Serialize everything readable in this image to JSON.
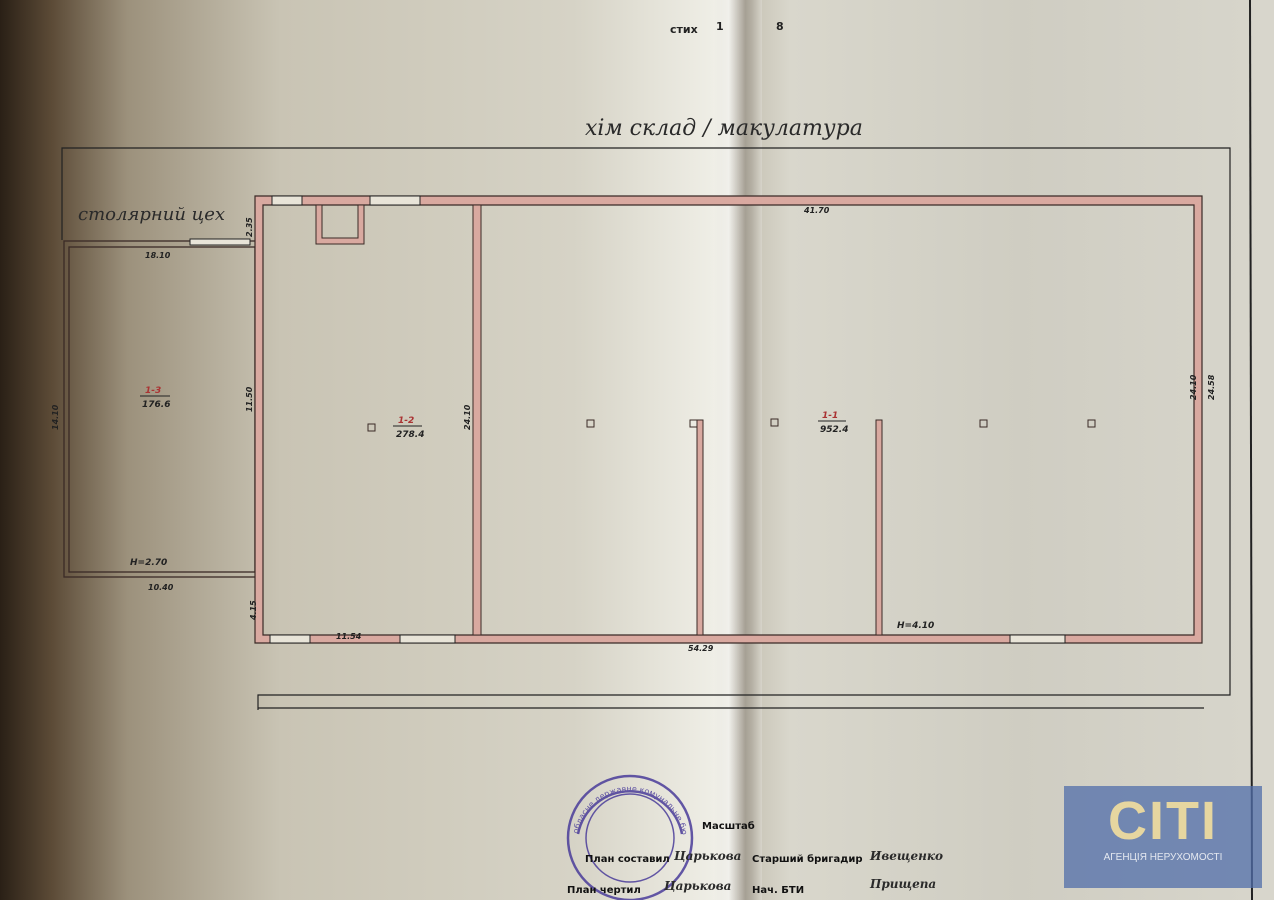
{
  "header": {
    "scale_note_prefix": "стих",
    "scale_note_1": "1",
    "scale_note_2": "8"
  },
  "labels": {
    "top_neighbor": "хім склад / макулатура",
    "left_neighbor": "столярний цех"
  },
  "rooms": [
    {
      "number": "1-3",
      "area": "176.6",
      "height": "H=2.70"
    },
    {
      "number": "1-2",
      "area": "278.4"
    },
    {
      "number": "1-1",
      "area": "952.4",
      "height": "H=4.10"
    }
  ],
  "dimensions": [
    "18.10",
    "10.40",
    "14.10",
    "11.50",
    "24.10",
    "11.54",
    "54.29",
    "41.70",
    "24.10",
    "24.58",
    "4.15",
    "2.35"
  ],
  "title_block": {
    "scale": "Масштаб",
    "line1_label": "План составил",
    "line1_value": "Царькова",
    "line1b_label": "Старший бригадир",
    "line1b_value": "Ивещенко",
    "line2_label": "План чертил",
    "line2_value": "Царькова",
    "line2b_label": "Нач. БТИ",
    "line2b_value": "Прищепа"
  },
  "stamp": {
    "text": "обласне державне комунальне бюро технічної інвентаризації"
  },
  "logo": {
    "name": "CITI",
    "tagline": "АГЕНЦІЯ НЕРУХОМОСТІ"
  },
  "colors": {
    "wall_fill": "#d9a9a0",
    "wall_stroke": "#3a2a26",
    "stamp": "#4a3c9a",
    "logo_bg": "#506ea8"
  }
}
